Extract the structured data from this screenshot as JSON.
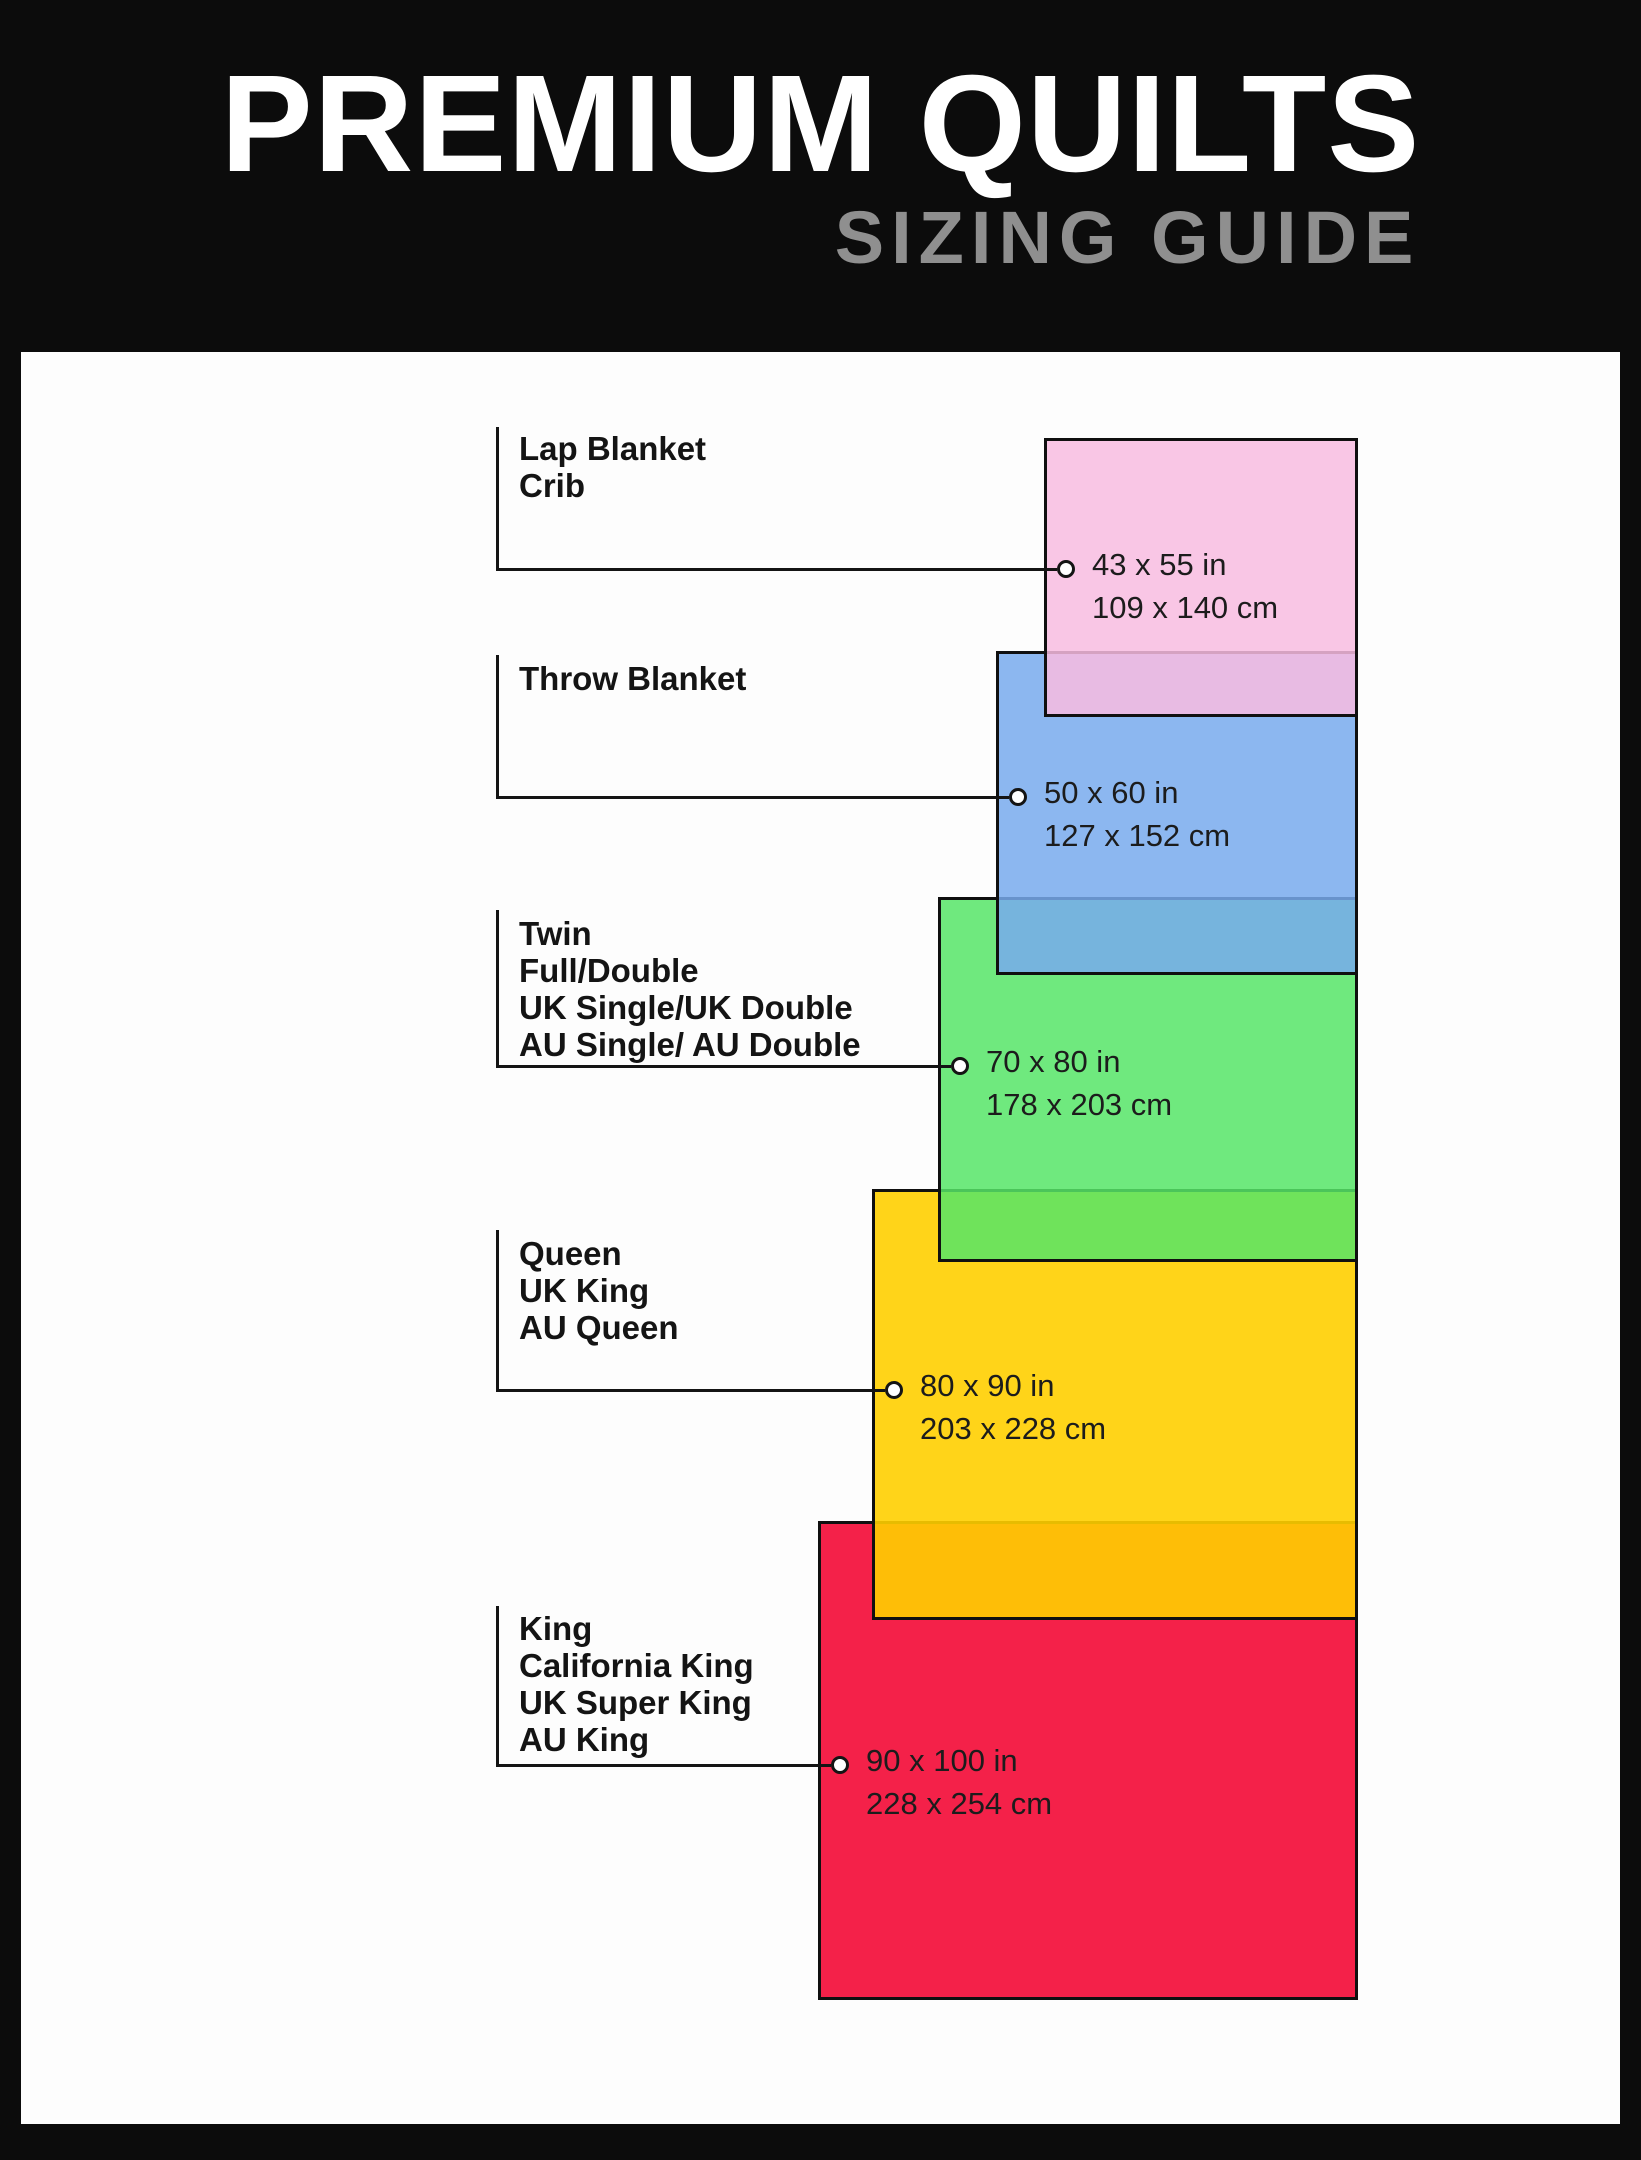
{
  "header": {
    "title": "PREMIUM QUILTS",
    "subtitle": "SIZING GUIDE"
  },
  "theme": {
    "frame_color": "#0c0c0c",
    "canvas_color": "#fdfdfd",
    "title_color": "#ffffff",
    "subtitle_color": "#8f8f8f",
    "line_color": "#141414"
  },
  "quilt_sizes": [
    {
      "name": "lap-blanket-crib",
      "labels": [
        "Lap Blanket",
        "Crib"
      ],
      "size_in": "43 x 55 in",
      "size_cm": "109 x 140 cm",
      "color": "#f8bce1"
    },
    {
      "name": "throw-blanket",
      "labels": [
        "Throw Blanket"
      ],
      "size_in": "50 x 60 in",
      "size_cm": "127 x 152 cm",
      "color": "#85b1ec"
    },
    {
      "name": "twin-full-double",
      "labels": [
        "Twin",
        "Full/Double",
        "UK Single/UK Double",
        "AU Single/ AU Double"
      ],
      "size_in": "70 x 80 in",
      "size_cm": "178 x 203 cm",
      "color": "#69e877"
    },
    {
      "name": "queen",
      "labels": [
        "Queen",
        "UK King",
        "AU Queen"
      ],
      "size_in": "80 x 90 in",
      "size_cm": "203 x 228 cm",
      "color": "#ffd400"
    },
    {
      "name": "king",
      "labels": [
        "King",
        "California King",
        "UK Super King",
        "AU King"
      ],
      "size_in": "90 x 100 in",
      "size_cm": "228 x 254 cm",
      "color": "#f4264d"
    }
  ]
}
